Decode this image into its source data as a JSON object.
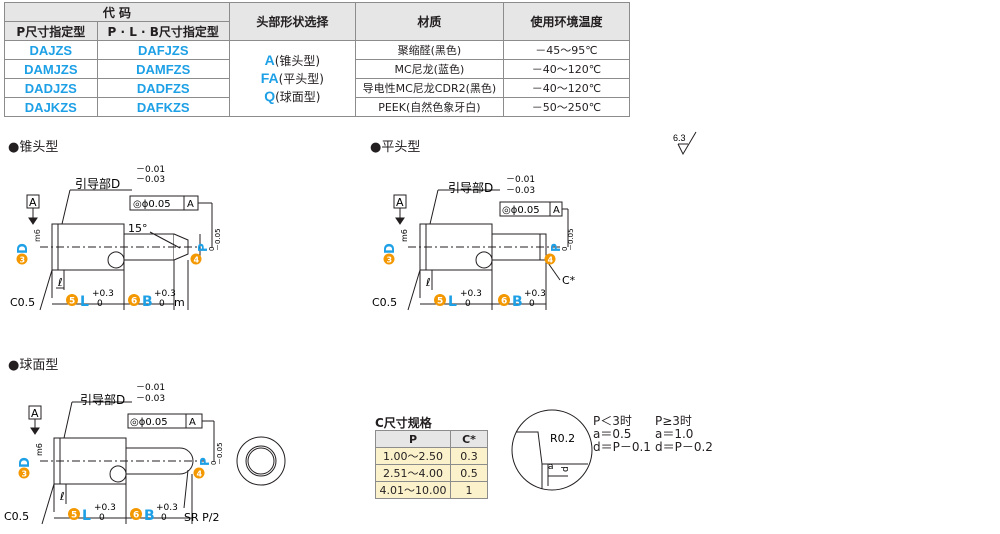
{
  "spec_table": {
    "header_code": "代 码",
    "header_p": "P尺寸指定型",
    "header_plb": "P · L · B尺寸指定型",
    "header_shape": "头部形状选择",
    "header_material": "材质",
    "header_temp": "使用环境温度",
    "rows": [
      {
        "p_code": "DAJZS",
        "plb_code": "DAFJZS",
        "material": "聚缩醛(黑色)",
        "temp": "－45～95℃"
      },
      {
        "p_code": "DAMJZS",
        "plb_code": "DAMFZS",
        "material": "MC尼龙(蓝色)",
        "temp": "－40～120℃"
      },
      {
        "p_code": "DADJZS",
        "plb_code": "DADFZS",
        "material": "导电性MC尼龙CDR2(黑色)",
        "temp": "－40～120℃"
      },
      {
        "p_code": "DAJKZS",
        "plb_code": "DAFKZS",
        "material": "PEEK(自然色象牙白)",
        "temp": "－50～250℃"
      }
    ],
    "shapes": [
      {
        "code": "A",
        "name": "(锥头型)"
      },
      {
        "code": "FA",
        "name": "(平头型)"
      },
      {
        "code": "Q",
        "name": "(球面型)"
      }
    ]
  },
  "roughness": "6.3",
  "sections": {
    "taper": "●锥头型",
    "flat": "●平头型",
    "ball": "●球面型"
  },
  "drawing": {
    "datum": "A",
    "guide_label": "引导部D",
    "tol_upper": "－0.01",
    "tol_lower": "－0.03",
    "concentricity": "◎ϕ0.05",
    "d_label": "D",
    "d_fit": "m6",
    "p_label": "P",
    "p_tol": "－0.05",
    "p_tol_zero": "0",
    "angle": "15°",
    "ell": "ℓ",
    "chamfer": "C0.5",
    "l_label": "L",
    "b_label": "B",
    "tol_plus": "+0.3",
    "tol_zero": "0",
    "m_label": "m",
    "c_star": "C*",
    "sr_label": "SR P/2",
    "num_d": "3",
    "num_p": "4",
    "num_l": "5",
    "num_b": "6"
  },
  "c_table": {
    "title": "C尺寸规格",
    "col_p": "P",
    "col_c": "C*",
    "rows": [
      {
        "p": "1.00～2.50",
        "c": "0.3"
      },
      {
        "p": "2.51～4.00",
        "c": "0.5"
      },
      {
        "p": "4.01～10.00",
        "c": "1"
      }
    ]
  },
  "detail": {
    "r_label": "R0.2",
    "a_label": "a",
    "d_label": "d",
    "lt3": [
      "P＜3时",
      "a＝0.5",
      "d＝P－0.1"
    ],
    "ge3": [
      "P≥3时",
      "a＝1.0",
      "d＝P－0.2"
    ]
  },
  "colors": {
    "accent_blue": "#1ea0e6",
    "badge_orange": "#f39800",
    "header_gray": "#e6e6e6",
    "table_yellow": "#fbf2cc"
  }
}
